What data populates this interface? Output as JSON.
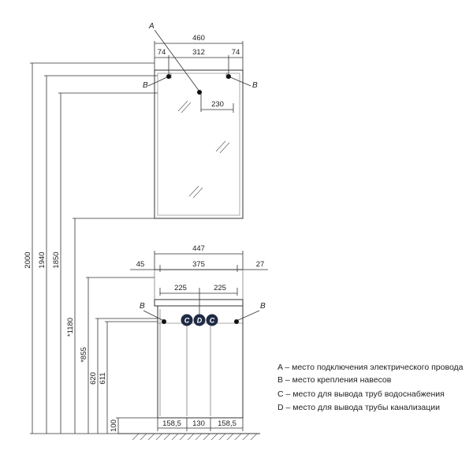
{
  "dimensions": {
    "mirror_total_width": "460",
    "mirror_left": "74",
    "mirror_mid": "312",
    "mirror_right": "74",
    "mirror_offset": "230",
    "cabinet_total_width": "447",
    "cabinet_left": "45",
    "cabinet_mid": "375",
    "cabinet_right": "27",
    "cabinet_half_left": "225",
    "cabinet_half_right": "225",
    "bottom_left": "158,5",
    "bottom_mid": "130",
    "bottom_right": "158,5",
    "h_2000": "2000",
    "h_1940": "1940",
    "h_1850": "1850",
    "h_1180": "*1180",
    "h_855": "*855",
    "h_620": "620",
    "h_611": "611",
    "h_100": "100"
  },
  "callouts": {
    "a": "A",
    "b1": "B",
    "b2": "B",
    "b3": "B",
    "b4": "B",
    "c1": "C",
    "d": "D",
    "c2": "C"
  },
  "legend": [
    "A – место подключения электрического провода",
    "B – место крепления навесов",
    "C – место для вывода труб водоснабжения",
    "D – место для вывода трубы канализации"
  ],
  "colors": {
    "badge": "#1f2a44",
    "line": "#333333"
  }
}
